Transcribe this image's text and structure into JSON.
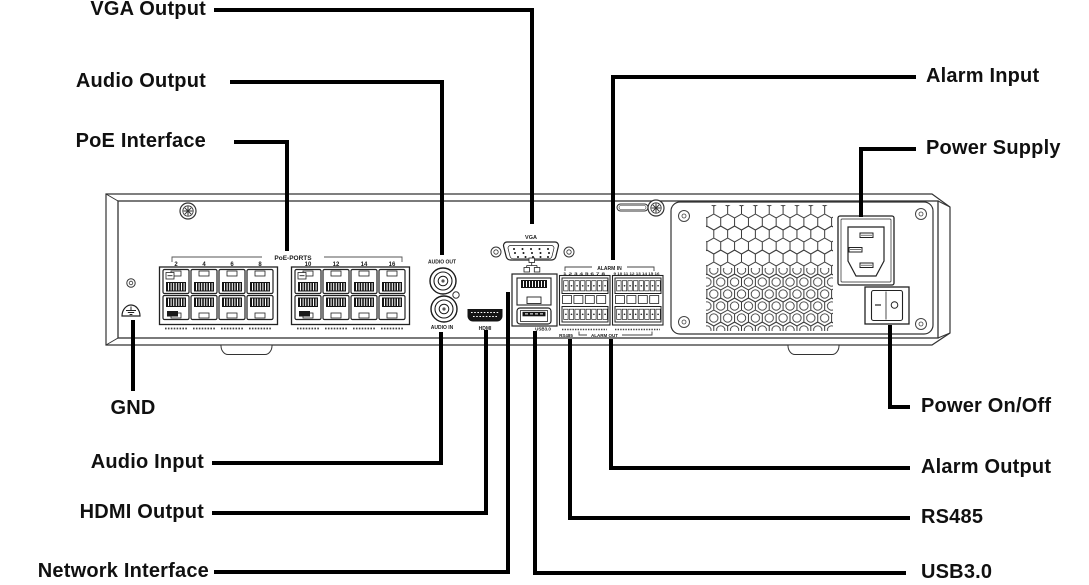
{
  "callouts": {
    "vga_output": "VGA Output",
    "audio_output": "Audio Output",
    "poe_interface": "PoE Interface",
    "gnd": "GND",
    "audio_input": "Audio Input",
    "hdmi_output": "HDMI Output",
    "network_interface": "Network Interface",
    "alarm_input": "Alarm Input",
    "power_supply": "Power Supply",
    "power_on_off": "Power On/Off",
    "alarm_output": "Alarm Output",
    "rs485": "RS485",
    "usb3": "USB3.0"
  },
  "panel_labels": {
    "poe_ports": "PoE-PORTS",
    "port_numbers": [
      "2",
      "4",
      "6",
      "8",
      "10",
      "12",
      "14",
      "16"
    ],
    "audio_out": "AUDIO OUT",
    "audio_in": "AUDIO IN",
    "vga": "VGA",
    "hdmi": "HDMI",
    "usb": "USB3.0",
    "alarm_in": "ALARM IN",
    "alarm_in_numbers_left": "1 2 3 4 5 6 7 8",
    "alarm_in_numbers_right": "9 10 11 12 13 14 15 16",
    "rs485": "RS485",
    "alarm_out": "ALARM OUT"
  },
  "colors": {
    "callout_line": "#000000",
    "panel_stroke": "#222222",
    "background": "#ffffff"
  }
}
